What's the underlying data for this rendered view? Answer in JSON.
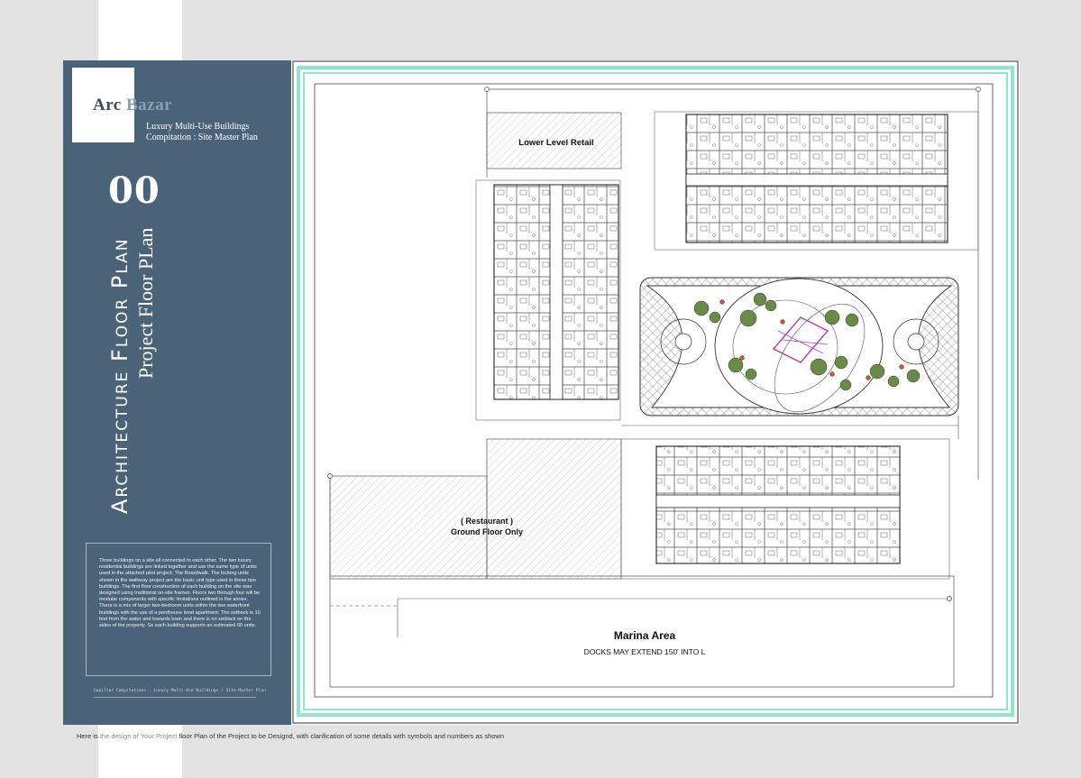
{
  "brand": {
    "name_a": "Arc ",
    "name_b": "Bazar"
  },
  "subtitle": {
    "line1": "Luxury Multi-Use Buildings",
    "line2": "Compitation : Site Master Plan"
  },
  "sheet_number": "00",
  "vertical_title": {
    "line1": "Architecture Floor Plan",
    "line2": "Project Floor PLan"
  },
  "description": "Three buildings on a site all connected to each other. The two luxury residential buildings are linked together and use the same type of units used in the attached pilot project, The Boardwalk. The locking units shown in the walkway project are the basic unit type used in these two buildings. The first floor construction of each building on the site was designed using traditional on-site frames. Floors two through four will be modular components with specific limitations outlined in the annex. There is a mix of larger two-bedroom units within the two waterfront buildings with the use of a penthouse level apartment. The setback is 10 feet from the water and towards town and there is no setback on the sides of the property. So each building supports an estimated 60 units.",
  "footer": "Gopillar Compitations : Luxury Multi-Use Buildings / Site Master Plan",
  "plan_labels": {
    "lower_retail": "Lower Level Retail",
    "restaurant_1": "( Restaurant )",
    "restaurant_2": "Ground Floor Only",
    "marina": "Marina Area",
    "docks": "DOCKS MAY EXTEND 150' INTO L"
  },
  "caption": {
    "p1": "Here is ",
    "p2": "the design of Your Project ",
    "p3": "floor Plan of the Project to be Designd, with clarification of some details with symbols and numbers as shown"
  },
  "colors": {
    "panel": "#4a6378",
    "frame": "#8fe6cc",
    "line": "#333333",
    "hatch": "#9a9a9a",
    "walkway": "#b43cb4"
  }
}
